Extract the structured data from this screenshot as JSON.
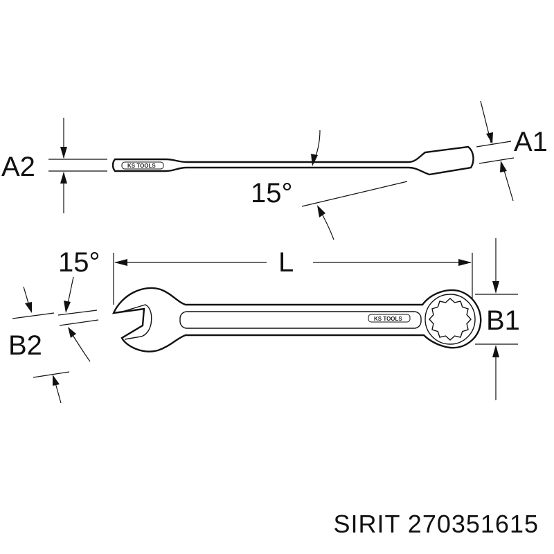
{
  "labels": {
    "a1": "A1",
    "a2": "A2",
    "b1": "B1",
    "b2": "B2",
    "angle_top": "15°",
    "angle_bottom": "15°",
    "length": "L"
  },
  "logo": {
    "brand": "KS TOOLS"
  },
  "caption": {
    "text": "SIRIT 270351615"
  }
}
